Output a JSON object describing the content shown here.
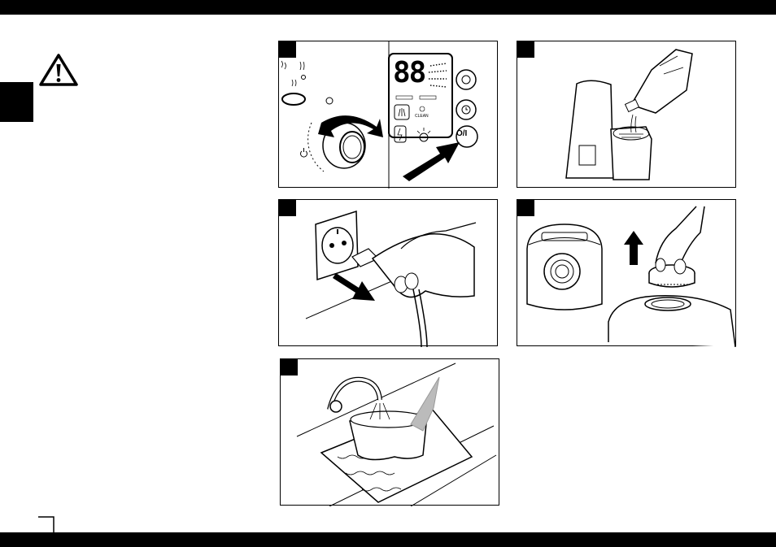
{
  "page": {
    "icons": [
      "warning-triangle-icon"
    ],
    "colors": {
      "bars": "#000000",
      "background": "#ffffff"
    }
  },
  "figures": [
    {
      "id": "control-panel",
      "lcd_digits": "88",
      "clean_label": "CLEAN",
      "onoff_label": "O/I"
    },
    {
      "id": "pour-water"
    },
    {
      "id": "unplug"
    },
    {
      "id": "remove-cap"
    },
    {
      "id": "rinse-tank"
    }
  ]
}
